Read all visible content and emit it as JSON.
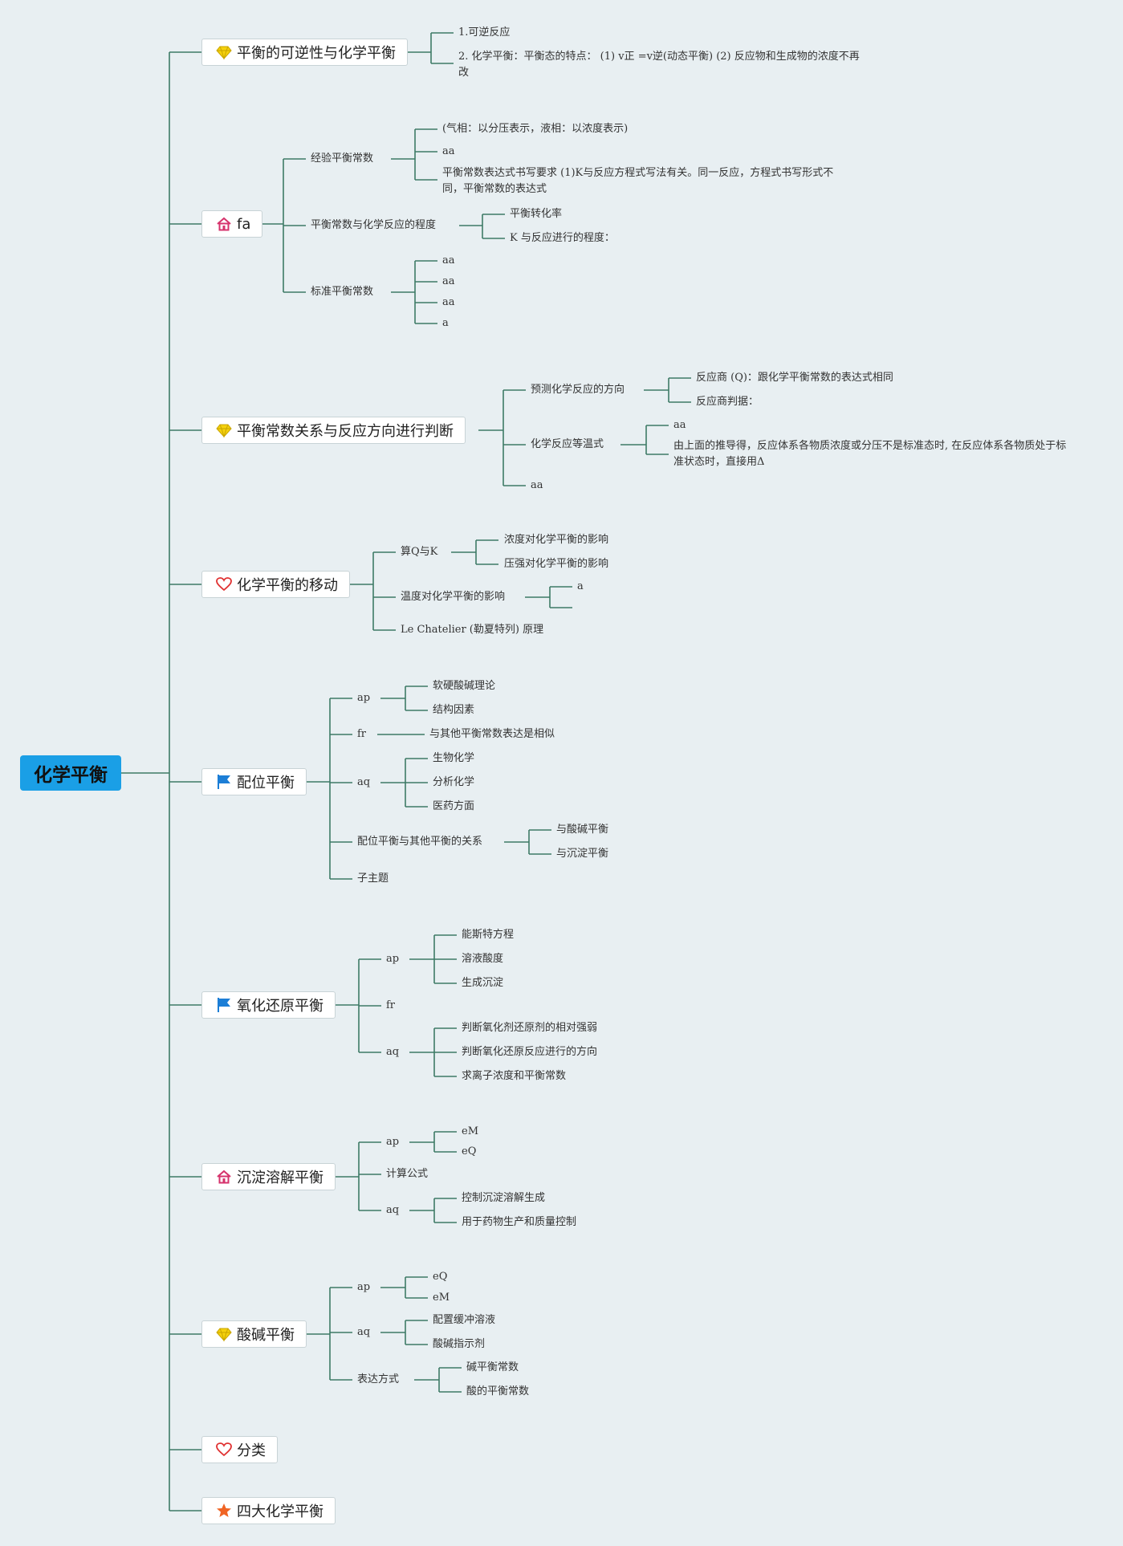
{
  "root": "化学平衡",
  "branches": [
    {
      "label": "平衡的可逆性与化学平衡",
      "icon": "gem-icon",
      "children": [
        {
          "label": "1.可逆反应"
        },
        {
          "label": "2. 化学平衡：平衡态的特点： (1) v正 =v逆(动态平衡) (2) 反应物和生成物的浓度不再改"
        }
      ]
    },
    {
      "label": "fa",
      "icon": "house-icon",
      "children": [
        {
          "label": "经验平衡常数",
          "children": [
            {
              "label": "(气相：以分压表示，液相：以浓度表示)"
            },
            {
              "label": "aa"
            },
            {
              "label": "平衡常数表达式书写要求 (1)K与反应方程式写法有关。同一反应，方程式书写形式不同，平衡常数的表达式"
            }
          ]
        },
        {
          "label": "平衡常数与化学反应的程度",
          "children": [
            {
              "label": "平衡转化率"
            },
            {
              "label": "K 与反应进行的程度："
            }
          ]
        },
        {
          "label": "标准平衡常数",
          "children": [
            {
              "label": "aa"
            },
            {
              "label": "aa"
            },
            {
              "label": "aa"
            },
            {
              "label": "a"
            }
          ]
        }
      ]
    },
    {
      "label": "平衡常数关系与反应方向进行判断",
      "icon": "gem-icon",
      "children": [
        {
          "label": "预测化学反应的方向",
          "children": [
            {
              "label": "反应商 (Q)：跟化学平衡常数的表达式相同"
            },
            {
              "label": "反应商判据："
            }
          ]
        },
        {
          "label": "化学反应等温式",
          "children": [
            {
              "label": "aa"
            },
            {
              "label": "由上面的推导得，反应体系各物质浓度或分压不是标准态时, 在反应体系各物质处于标准状态时，直接用Δ"
            }
          ]
        },
        {
          "label": "aa"
        }
      ]
    },
    {
      "label": "化学平衡的移动",
      "icon": "heart-icon",
      "children": [
        {
          "label": "算Q与K",
          "children": [
            {
              "label": "浓度对化学平衡的影响"
            },
            {
              "label": "压强对化学平衡的影响"
            }
          ]
        },
        {
          "label": "温度对化学平衡的影响",
          "children": [
            {
              "label": "a"
            },
            {
              "label": ""
            }
          ]
        },
        {
          "label": "Le Chatelier (勒夏特列) 原理"
        }
      ]
    },
    {
      "label": "配位平衡",
      "icon": "flag-icon",
      "children": [
        {
          "label": "ap",
          "children": [
            {
              "label": "软硬酸碱理论"
            },
            {
              "label": "结构因素"
            }
          ]
        },
        {
          "label": "fr",
          "children": [
            {
              "label": "与其他平衡常数表达是相似"
            }
          ]
        },
        {
          "label": "aq",
          "children": [
            {
              "label": "生物化学"
            },
            {
              "label": "分析化学"
            },
            {
              "label": "医药方面"
            }
          ]
        },
        {
          "label": "配位平衡与其他平衡的关系",
          "children": [
            {
              "label": "与酸碱平衡"
            },
            {
              "label": "与沉淀平衡"
            }
          ]
        },
        {
          "label": "子主题"
        }
      ]
    },
    {
      "label": "氧化还原平衡",
      "icon": "flag-icon",
      "children": [
        {
          "label": "ap",
          "children": [
            {
              "label": "能斯特方程"
            },
            {
              "label": "溶液酸度"
            },
            {
              "label": "生成沉淀"
            }
          ]
        },
        {
          "label": "fr"
        },
        {
          "label": "aq",
          "children": [
            {
              "label": "判断氧化剂还原剂的相对强弱"
            },
            {
              "label": "判断氧化还原反应进行的方向"
            },
            {
              "label": "求离子浓度和平衡常数"
            }
          ]
        }
      ]
    },
    {
      "label": "沉淀溶解平衡",
      "icon": "house-icon",
      "children": [
        {
          "label": "ap",
          "children": [
            {
              "label": "eM"
            },
            {
              "label": "eQ"
            }
          ]
        },
        {
          "label": "计算公式"
        },
        {
          "label": "aq",
          "children": [
            {
              "label": "控制沉淀溶解生成"
            },
            {
              "label": "用于药物生产和质量控制"
            }
          ]
        }
      ]
    },
    {
      "label": "酸碱平衡",
      "icon": "gem-icon",
      "children": [
        {
          "label": "ap",
          "children": [
            {
              "label": "eQ"
            },
            {
              "label": "eM"
            }
          ]
        },
        {
          "label": "aq",
          "children": [
            {
              "label": "配置缓冲溶液"
            },
            {
              "label": "酸碱指示剂"
            }
          ]
        },
        {
          "label": "表达方式",
          "children": [
            {
              "label": "碱平衡常数"
            },
            {
              "label": "酸的平衡常数"
            }
          ]
        }
      ]
    },
    {
      "label": "分类",
      "icon": "heart-icon",
      "children": []
    },
    {
      "label": "四大化学平衡",
      "icon": "star-icon",
      "children": []
    }
  ],
  "colors": {
    "line": "#3d7a66",
    "root_bg": "#1a9fe6",
    "background": "#e8eff2"
  }
}
